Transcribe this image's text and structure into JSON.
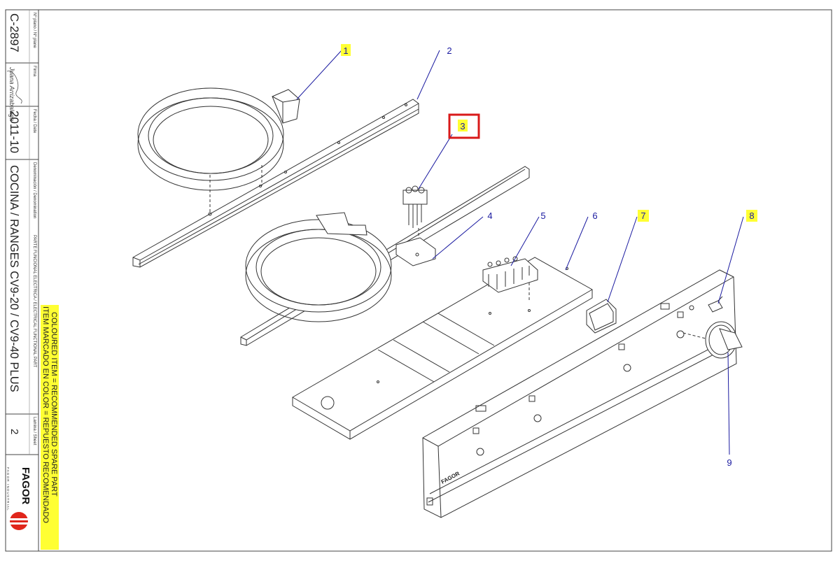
{
  "title_block": {
    "plan_header": "Nº plano / Nº plane",
    "plan_number": "C-2897",
    "signature_header": "Firma",
    "signature": "Juana Arrizabalaga",
    "date_header": "Fecha / Date",
    "date": "2011-10",
    "denomination_header": "Denominación / Denomination",
    "denomination": "COCINA / RANGES CV9-20 / CV9-40 PLUS",
    "part_header": "PARTE FUNCIONAL ELECTRICA / ELECTRICAL FUNCTIONAL PART",
    "legend_line1": "ITEM MARCADO EN COLOR = REPUESTO RECOMENDADO",
    "legend_line2": "COLOURED  ITEM = RECOMMENDED SPARE PART",
    "sheet_header": "Lamina / Sheet",
    "sheet_number": "2",
    "brand": "FAGOR",
    "brand_sub": "FAGOR INDUSTRIAL"
  },
  "callouts": [
    {
      "label": "1",
      "highlighted": true
    },
    {
      "label": "2",
      "highlighted": false
    },
    {
      "label": "3",
      "highlighted": true,
      "boxed": true
    },
    {
      "label": "4",
      "highlighted": false
    },
    {
      "label": "5",
      "highlighted": false
    },
    {
      "label": "6",
      "highlighted": false
    },
    {
      "label": "7",
      "highlighted": true
    },
    {
      "label": "8",
      "highlighted": true
    },
    {
      "label": "9",
      "highlighted": false
    }
  ],
  "panel_logo": "FAGOR",
  "colors": {
    "highlight": "#ffff33",
    "leader": "#1a1aa0",
    "box": "#d91a1a",
    "brand_red": "#e0261b"
  }
}
